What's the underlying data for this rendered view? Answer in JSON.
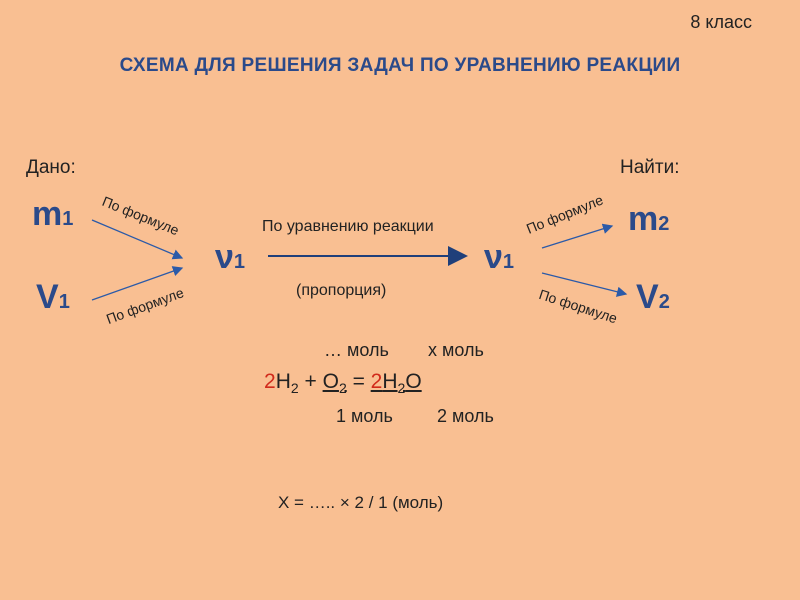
{
  "grade": "8 класс",
  "title": "СХЕМА ДЛЯ РЕШЕНИЯ ЗАДАЧ ПО УРАВНЕНИЮ РЕАКЦИИ",
  "given_label": "Дано:",
  "find_label": "Найти:",
  "left_top": {
    "main": "m",
    "sub": "1"
  },
  "left_bottom": {
    "main": "V",
    "sub": "1"
  },
  "center_left": {
    "main": "ν",
    "sub": "1"
  },
  "center_right": {
    "main": "ν",
    "sub": "1"
  },
  "right_top": {
    "main": "m",
    "sub": "2"
  },
  "right_bottom": {
    "main": "V",
    "sub": "2"
  },
  "by_formula": "По формуле",
  "by_equation": "По уравнению реакции",
  "proportion": "(пропорция)",
  "mol_top_left": "… моль",
  "mol_top_right": "x моль",
  "equation": {
    "coef1": "2",
    "h": "H",
    "h_sub": "2",
    "plus": " + ",
    "o": "O",
    "o_sub": "2",
    "eq": " = ",
    "coef2": "2",
    "h2": "H",
    "h2_sub": "2",
    "o2": "O"
  },
  "mol_bottom_left": "1 моль",
  "mol_bottom_right": "2 моль",
  "formula_x": "X = ….. × 2  /  1 (моль)",
  "colors": {
    "background": "#f9bf92",
    "title": "#2b4a8a",
    "arrow": "#2b5aa8",
    "red": "#d12a1b"
  }
}
